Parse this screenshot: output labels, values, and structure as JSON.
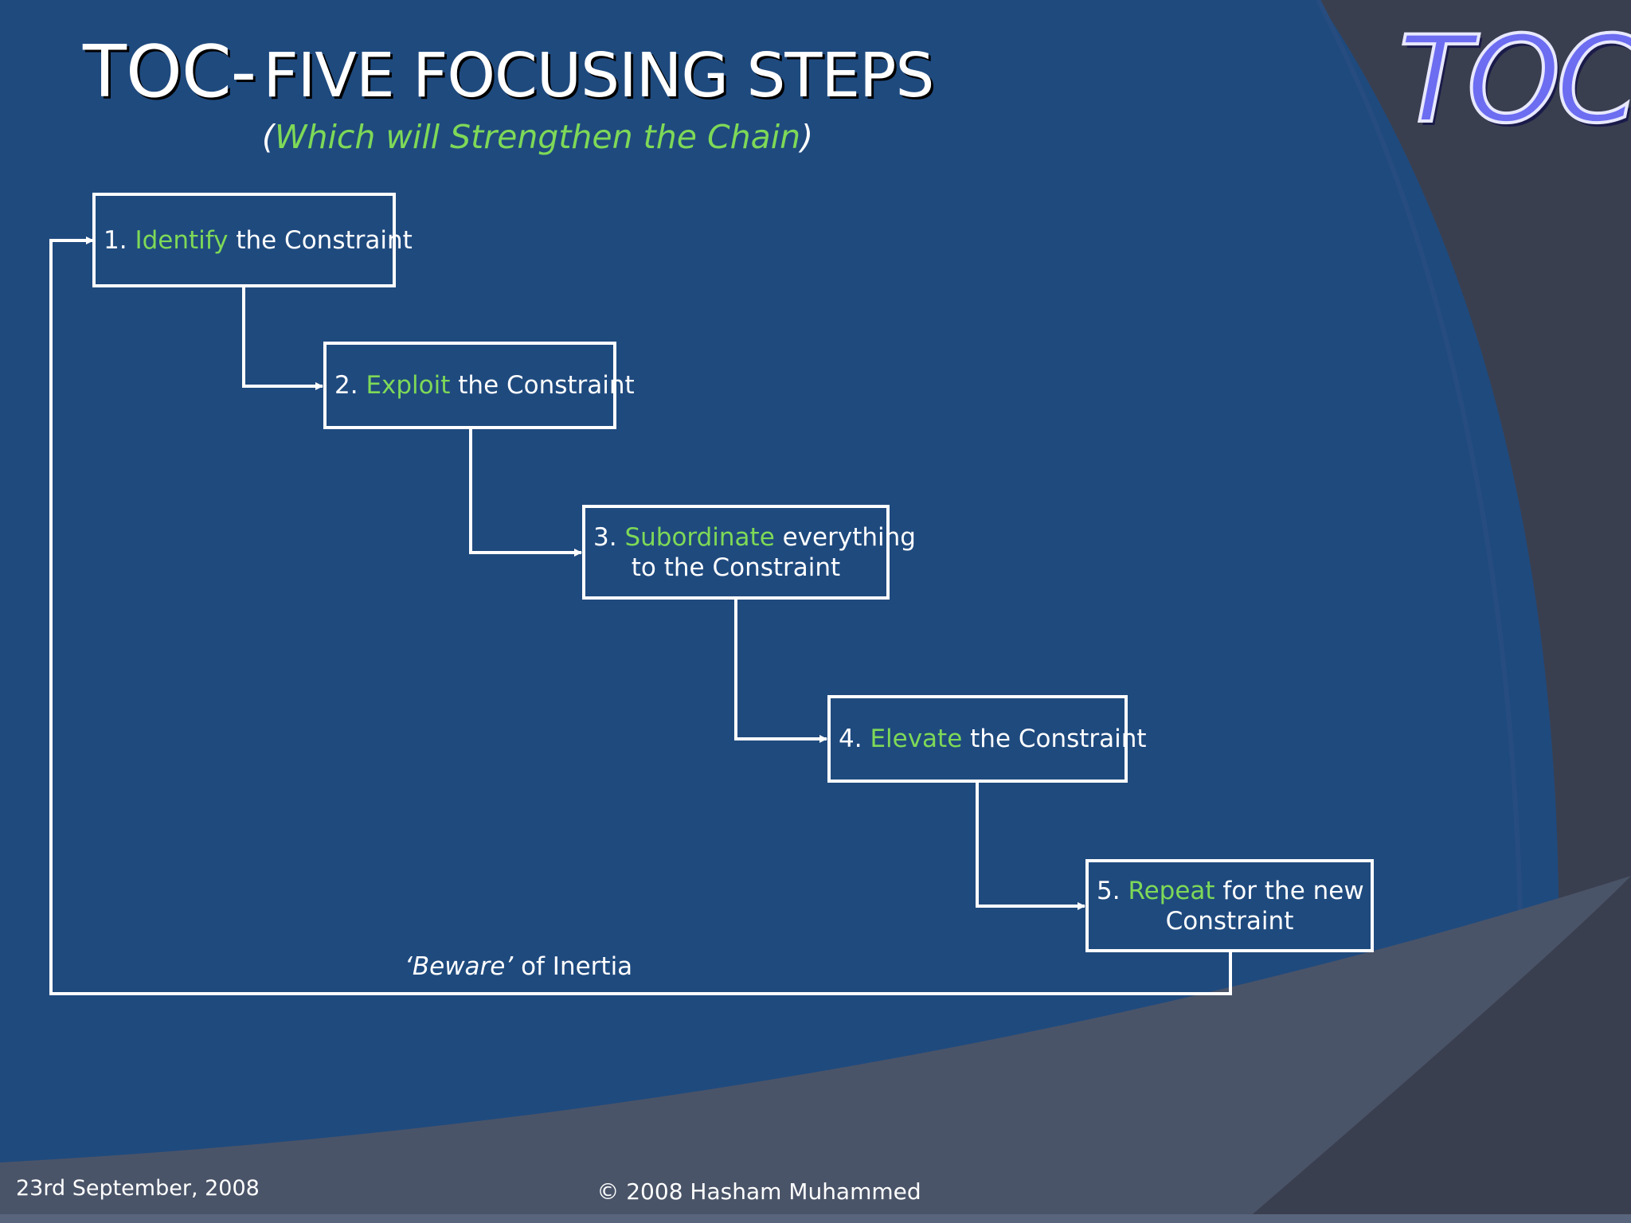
{
  "slide": {
    "title_prefix": "TOC-",
    "title_main": "FIVE FOCUSING STEPS",
    "subtitle_open": "(",
    "subtitle_text": "Which will Strengthen the Chain",
    "subtitle_close": ")",
    "logo": "TOC",
    "colors": {
      "background": "#1f4a7e",
      "keyword": "#7ed957",
      "logo": "#6c6df1"
    }
  },
  "steps": [
    {
      "num": "1.",
      "keyword": "Identify",
      "rest": "the Constraint"
    },
    {
      "num": "2.",
      "keyword": "Exploit",
      "rest": "the Constraint"
    },
    {
      "num": "3.",
      "keyword": "Subordinate",
      "rest": "everything",
      "line2": "to the Constraint"
    },
    {
      "num": "4.",
      "keyword": "Elevate",
      "rest": "the Constraint"
    },
    {
      "num": "5.",
      "keyword": "Repeat",
      "rest": "for the new",
      "line2": "Constraint"
    }
  ],
  "loop_label": {
    "quoted": "‘Beware’",
    "rest": "of Inertia"
  },
  "footer": {
    "date": "23rd  September, 2008",
    "copyright": "© 2008 Hasham Muhammed"
  }
}
